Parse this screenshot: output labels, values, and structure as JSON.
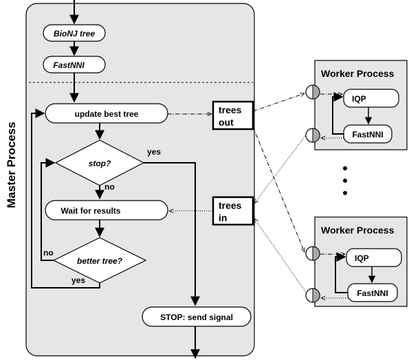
{
  "master": {
    "title": "Master Process"
  },
  "nodes": {
    "bionj": "BioNJ tree",
    "fastnni_init": "FastNNI",
    "update_best": "update best tree",
    "stop_q": "stop?",
    "wait_results": "Wait for results",
    "better_q": "better tree?",
    "stop_signal": "STOP: send signal"
  },
  "edges": {
    "stop_yes": "yes",
    "stop_no": "no",
    "better_no": "no",
    "better_yes": "yes"
  },
  "queues": {
    "out": {
      "line1": "trees",
      "line2": "out"
    },
    "in": {
      "line1": "trees",
      "line2": "in"
    }
  },
  "workers": [
    {
      "title": "Worker Process",
      "iqp": "IQP",
      "fastnni": "FastNNI"
    },
    {
      "title": "Worker Process",
      "iqp": "IQP",
      "fastnni": "FastNNI"
    }
  ],
  "ellipsis": "⋮",
  "colors": {
    "panel": "#e6e6e6",
    "outline": "#000000",
    "half_fill": "#a8a8a8"
  }
}
